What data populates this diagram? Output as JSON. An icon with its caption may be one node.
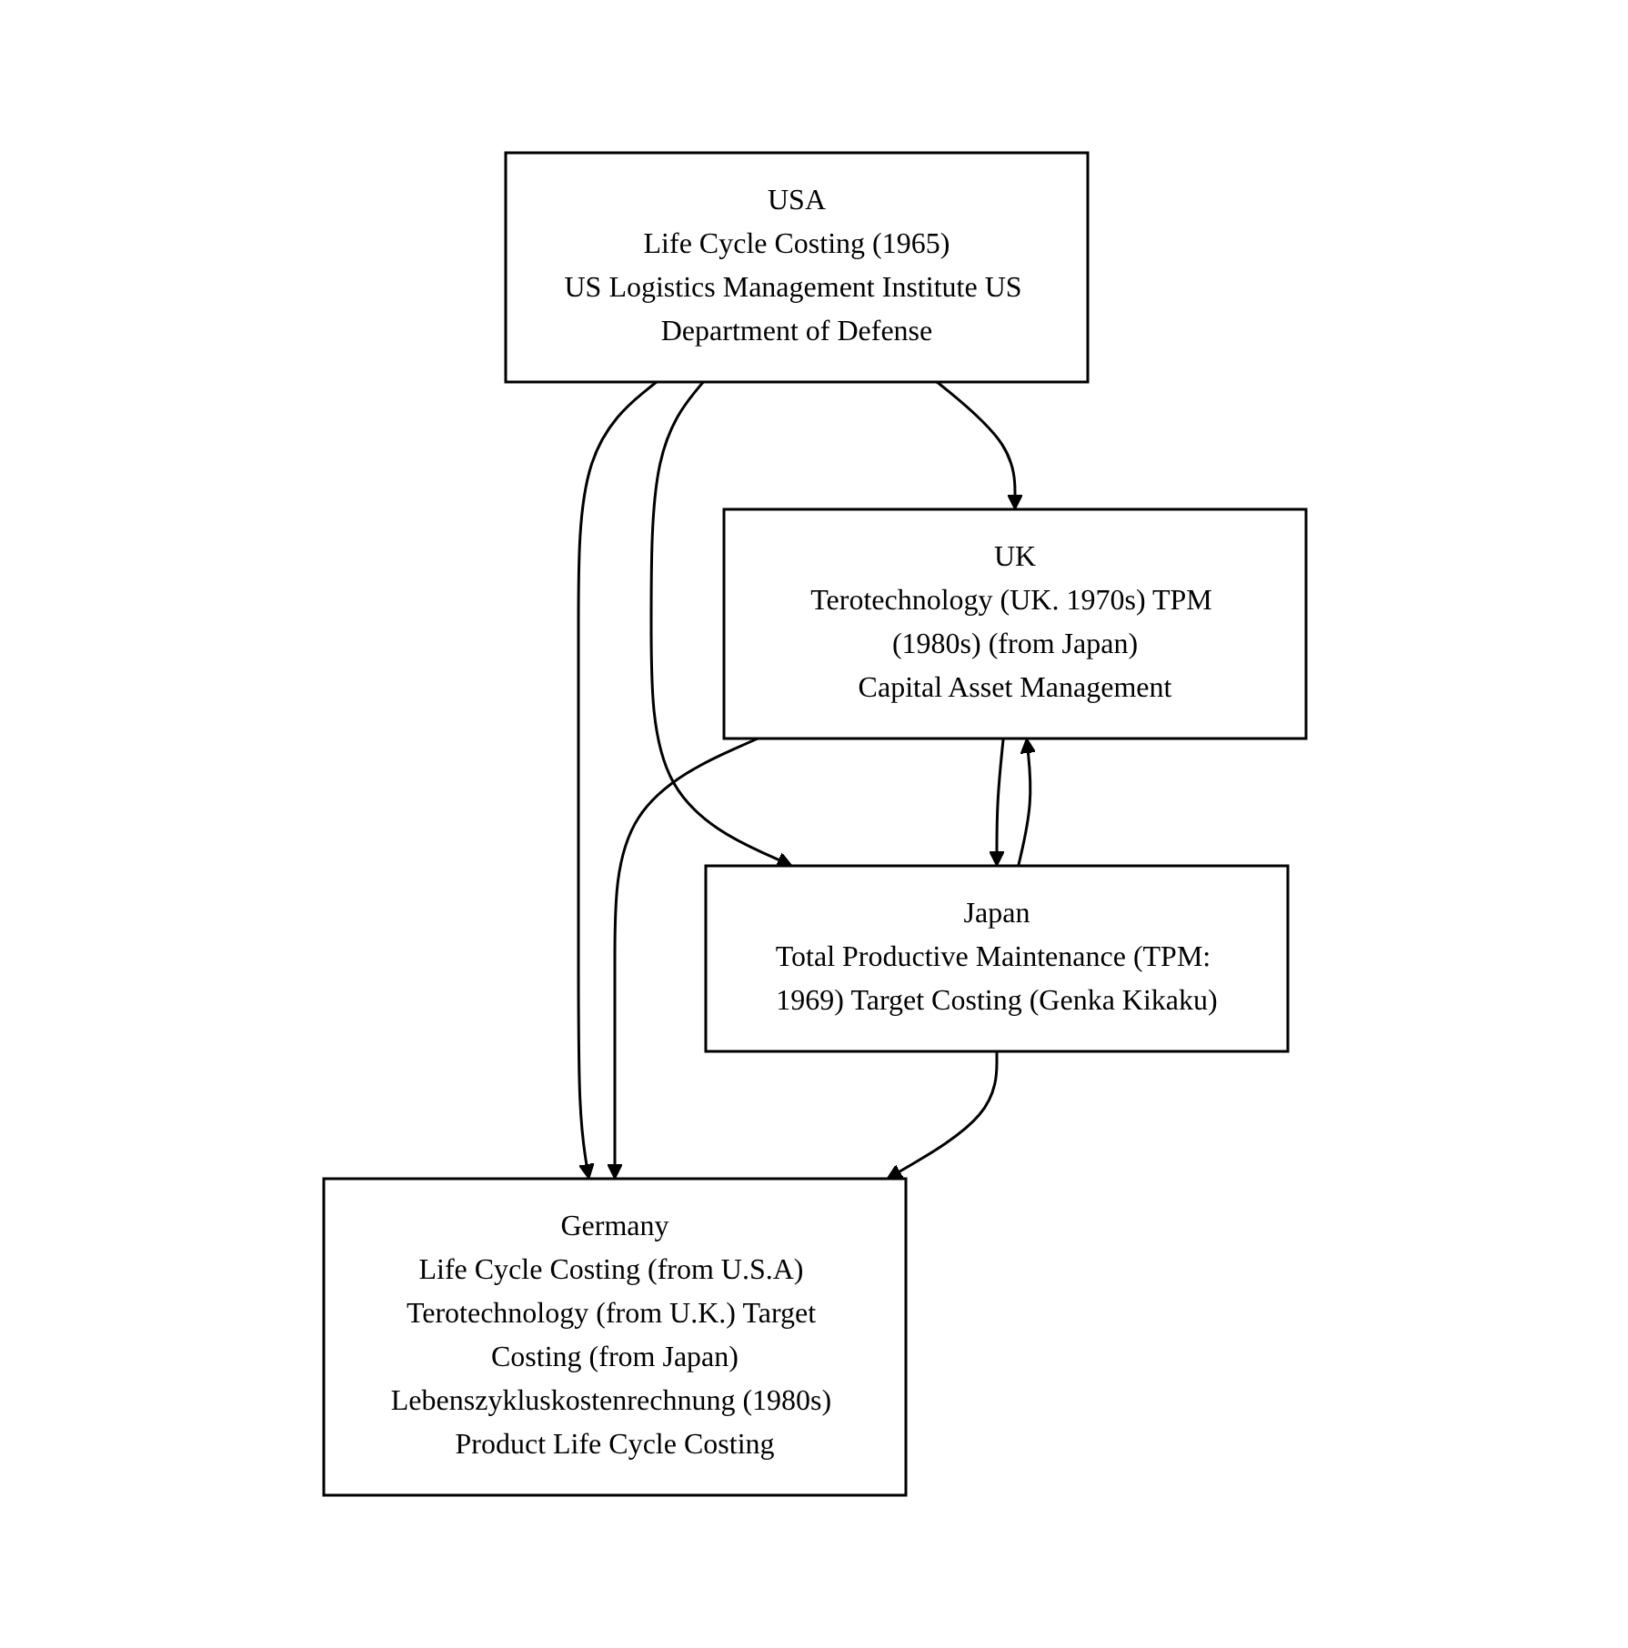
{
  "diagram": {
    "nodes": [
      {
        "text": [
          "USA",
          "Life Cycle Costing (1965)",
          "US Logistics Management Institute US Department of Defense"
        ]
      },
      {
        "text": [
          "UK",
          "Terotechnology (UK. 1970s) TPM (1980s) (from Japan)",
          "Capital Asset Management"
        ]
      },
      {
        "text": [
          "Japan",
          "Total Productive Maintenance (TPM: 1969) Target Costing (Genka Kikaku)"
        ]
      },
      {
        "text": [
          "Germany",
          "Life Cycle Costing (from U.S.A) Terotechnology (from U.K.) Target Costing (from Japan)",
          "Lebenszykluskostenrechnung (1980s) Product Life Cycle Costing"
        ]
      }
    ],
    "edges": [
      {
        "from": 0,
        "to": 1,
        "arrow": "to"
      },
      {
        "from": 0,
        "to": 2,
        "arrow": "to"
      },
      {
        "from": 0,
        "to": 3,
        "arrow": "to"
      },
      {
        "from": 1,
        "to": 2,
        "arrow": "to"
      },
      {
        "from": 2,
        "to": 1,
        "arrow": "to"
      },
      {
        "from": 1,
        "to": 3,
        "arrow": "to"
      },
      {
        "from": 2,
        "to": 3,
        "arrow": "to"
      }
    ]
  }
}
